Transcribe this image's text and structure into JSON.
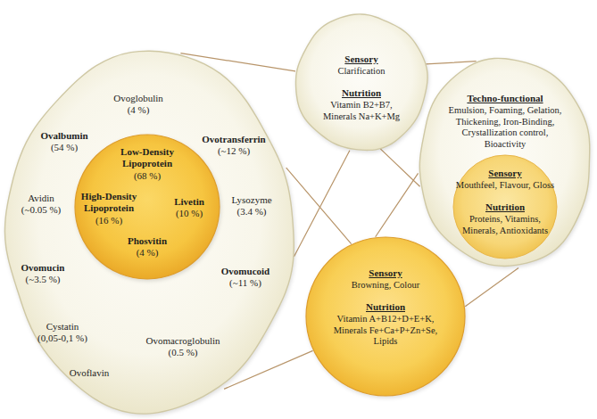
{
  "diagram": {
    "nodes": [
      {
        "text": [
          "Ovoglobulin",
          "(4 %)",
          "Ovalbumin",
          "(54 %)",
          "Ovotransferrin",
          "(~12 %)",
          "Avidin",
          "(~0.05 %)",
          "Lysozyme",
          "(3.4 %)",
          "Ovomucin",
          "(~3.5 %)",
          "Ovomucoid",
          "(~11 %)",
          "Cystatin",
          "(0,05-0,1 %)",
          "Ovomacroglobulin",
          "(0.5 %)",
          "Ovoflavin"
        ]
      },
      {
        "text": [
          "Low-Density Lipoprotein",
          "(68 %)",
          "High-Density Lipoprotein",
          "(16 %)",
          "Livetin",
          "(10 %)",
          "Phosvitin",
          "(4 %)"
        ],
        "in": 0
      },
      {
        "text": [
          "Sensory",
          "Clarification",
          "Nutrition",
          "Vitamin B2+B7, Minerals Na+K+Mg"
        ]
      },
      {
        "text": [
          "Techno-functional",
          "Emulsion, Foaming, Gelation, Thickening, Iron-Binding, Crystallization control, Bioactivity",
          "Sensory",
          "Mouthfeel, Flavour, Gloss",
          "Nutrition",
          "Proteins, Vitamins, Minerals, Antioxidants"
        ]
      },
      {
        "text": [
          "Sensory",
          "Browning, Colour",
          "Nutrition",
          "Vitamin A+B12+D+E+K, Minerals Fe+Ca+P+Zn+Se, Lipids"
        ]
      }
    ],
    "edges": [
      {
        "from": 0,
        "to": 2,
        "arrow": "none"
      },
      {
        "from": 0,
        "to": 4,
        "arrow": "none"
      },
      {
        "from": 2,
        "to": 3,
        "arrow": "none"
      },
      {
        "from": 4,
        "to": 3,
        "arrow": "none"
      }
    ]
  }
}
